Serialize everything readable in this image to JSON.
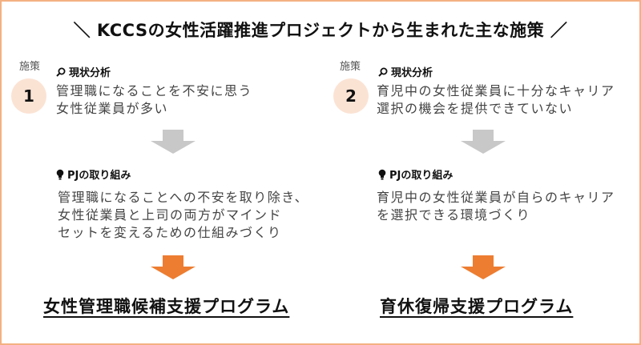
{
  "title": "＼ KCCSの女性活躍推進プロジェクトから生まれた主な施策 ／",
  "colors": {
    "border": "#f4b183",
    "circle_bg": "#fbe3d4",
    "gray_arrow": "#c8c8c8",
    "orange_arrow": "#ed7d31"
  },
  "initiatives": [
    {
      "label": "施策",
      "number": "1",
      "analysis_heading": "現状分析",
      "analysis_icon": "search-icon",
      "analysis_text": "管理職になることを不安に思う\n女性従業員が多い",
      "action_heading": "PJの取り組み",
      "action_icon": "lightbulb-icon",
      "action_text": "管理職になることへの不安を取り除き、\n女性従業員と上司の両方がマインド\nセットを変えるための仕組みづくり",
      "program": "女性管理職候補支援プログラム"
    },
    {
      "label": "施策",
      "number": "2",
      "analysis_heading": "現状分析",
      "analysis_icon": "search-icon",
      "analysis_text": "育児中の女性従業員に十分なキャリア\n選択の機会を提供できていない",
      "action_heading": "PJの取り組み",
      "action_icon": "lightbulb-icon",
      "action_text": "育児中の女性従業員が自らのキャリア\nを選択できる環境づくり",
      "program": "育休復帰支援プログラム"
    }
  ]
}
